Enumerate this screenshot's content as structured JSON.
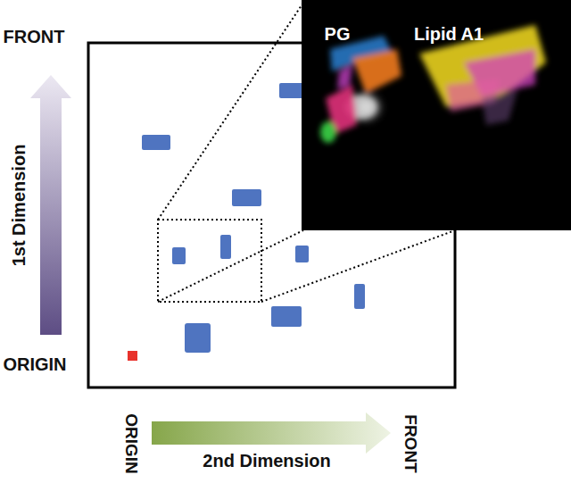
{
  "diagram": {
    "labels": [
      "FRONT",
      "1st Dimension",
      "ORIGIN",
      "ORIGIN",
      "2nd Dimension",
      "FRONT",
      "PG",
      "Lipid A1"
    ]
  }
}
